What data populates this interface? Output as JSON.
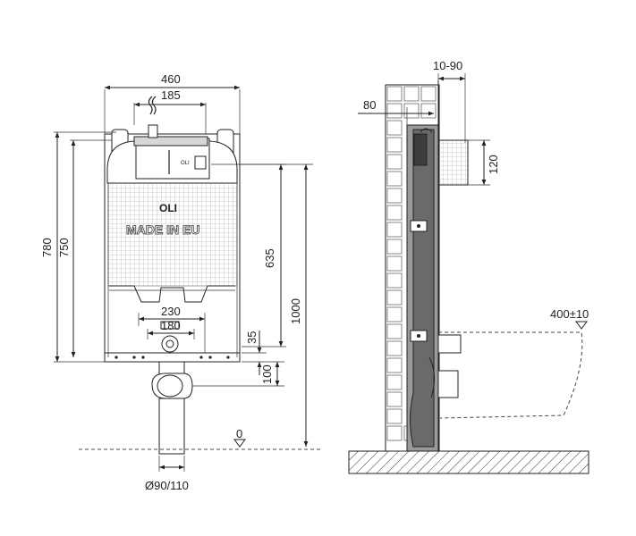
{
  "front_view": {
    "dimensions": {
      "overall_width": "460",
      "inner_width": "185",
      "height_780": "780",
      "height_750": "750",
      "height_635": "635",
      "height_1000": "1000",
      "fixing_230": "230",
      "fixing_180": "180",
      "offset_35": "35",
      "offset_100": "100",
      "floor_zero": "0",
      "pipe_diameter": "Ø90/110"
    },
    "brand_logo": "OLI",
    "frame_marking": "MADE IN EU",
    "cistern_small_logo": "OLI"
  },
  "side_view": {
    "dimensions": {
      "wall_gap": "10-90",
      "depth_80": "80",
      "height_120": "120",
      "bowl_height": "400±10"
    }
  },
  "colors": {
    "line": "#222222",
    "frame_grey": "#9a9a9a",
    "dark_grey": "#555555",
    "tile_border": "#666666"
  }
}
